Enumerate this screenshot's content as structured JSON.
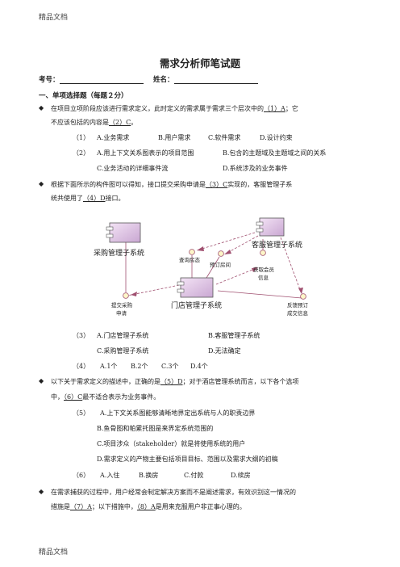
{
  "header": {
    "watermark_top": "精品文档",
    "watermark_bottom": "精品文档"
  },
  "title": "需求分析师笔试题",
  "fields": {
    "exam_no_label": "考号：",
    "name_label": "姓名："
  },
  "section1": {
    "heading": "一、单项选择题（每题２分）"
  },
  "bullet_symbol": "◆",
  "q1": {
    "stem_a": "在项目立项阶段应该进行需求定义，此时定义的需求属于需求三个层次中的",
    "ans1": "（1）A",
    "stem_b": "；它",
    "stem_c": "不应该包括的内容是",
    "ans2": "（2）C",
    "stem_d": "。",
    "opt1_num": "（1）",
    "opt1": [
      "A.业务需求",
      "B.用户需求",
      "C.软件需求",
      "D.设计约束"
    ],
    "opt2_num": "（2）",
    "opt2a": "A.用上下文关系图表示的项目范围",
    "opt2b": "B.包含的主题域及主题域之间的关系",
    "opt2c": "C.业务活动的详细事件流",
    "opt2d": "D.系统涉及的业务事件"
  },
  "q3": {
    "stem_a": "根据下面所示的构件图可以得知，接口提交采购申请是",
    "ans3": "（3）C",
    "stem_b": "实现的，客服管理子系",
    "stem_c": "统共使用了",
    "ans4": "（4）D",
    "stem_d": "接口。",
    "opt3_num": "（3）",
    "opt3a": "A.门店管理子系统",
    "opt3b": "B.客服管理子系统",
    "opt3c": "C.采购管理子系统",
    "opt3d": "D.无法确定",
    "opt4_num": "（4）",
    "opt4": [
      "A.1个",
      "B.2个",
      "C.3个",
      "D.4个"
    ]
  },
  "diagram": {
    "purchase": "采购管理子系统",
    "store": "门店管理子系统",
    "service": "客服管理子系统",
    "iface_query": "查询房态",
    "iface_booking": "预订房间",
    "iface_member_1": "获取会员",
    "iface_member_2": "信息",
    "iface_submit_1": "提交采购",
    "iface_submit_2": "申请",
    "iface_feedback_1": "反馈预订",
    "iface_feedback_2": "成交信息"
  },
  "q5": {
    "stem_a": "以下关于需求定义的描述中，正确的是",
    "ans5": "（5）D",
    "stem_b": "；对于酒店管理系统而言，以下各个选项",
    "stem_c": "中，",
    "ans6": "（6）C",
    "stem_d": "最不适合表示为业务事件。",
    "opt5_num": "（5）",
    "opt5a": "A.上下文关系图能够清晰地界定出系统与人的职责边界",
    "opt5b": "B.鱼骨图和帕累托图是来界定系统范围的",
    "opt5c": "C.项目涉众（stakeholder）就是将使用系统的用户",
    "opt5d": "D.需求定义的产物主要包括项目目标、范围以及需求大纲的初稿",
    "opt6_num": "（6）",
    "opt6": [
      "A.入住",
      "B.换房",
      "C.付款",
      "D.续房"
    ]
  },
  "q7": {
    "stem_a": "在需求捕获的过程中，用户经常会制定解决方案而不是阐述需求，有效识别这一情况的",
    "stem_b": "措施是",
    "ans7": "（7）A",
    "stem_c": "；以下措施中，",
    "ans8": "（8）A",
    "stem_d": "是用来克服用户非正事心理的。"
  }
}
